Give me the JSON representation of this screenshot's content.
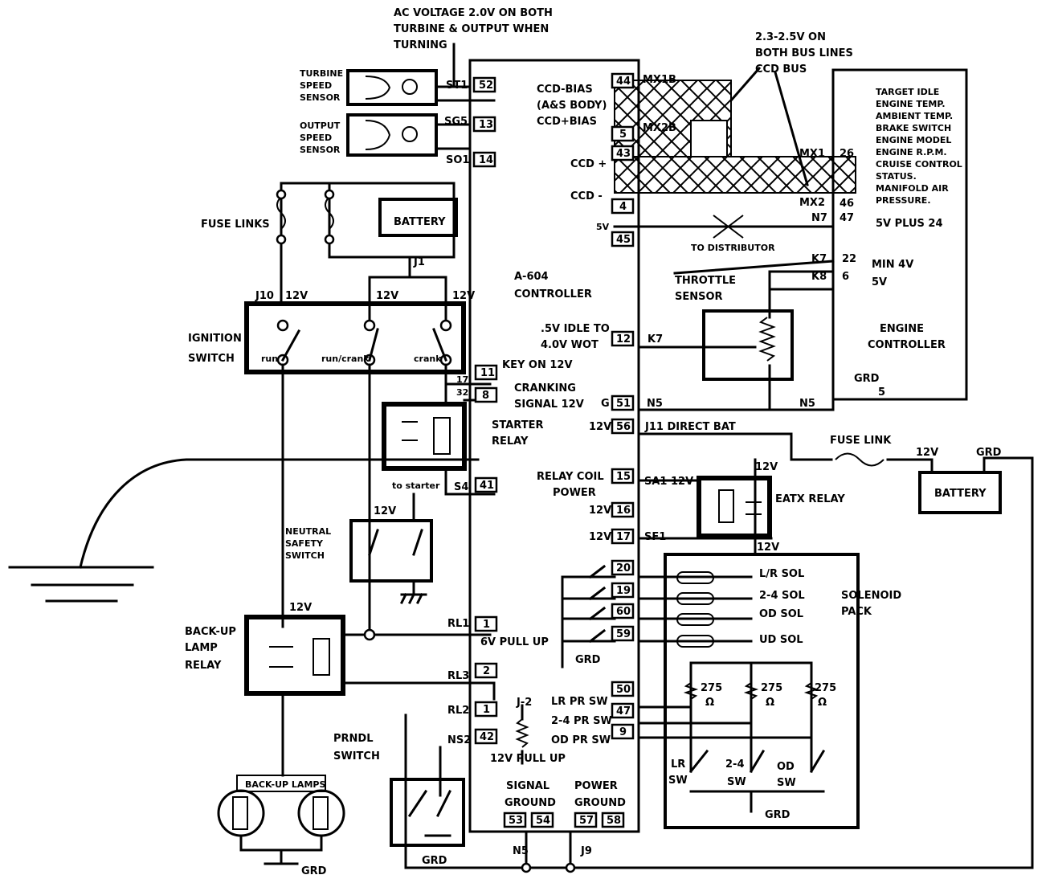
{
  "labels": {
    "ac_voltage_1": "AC VOLTAGE 2.0V ON BOTH",
    "ac_voltage_2": "TURBINE & OUTPUT WHEN",
    "ac_voltage_3": "TURNING",
    "turbine_1": "TURBINE",
    "turbine_2": "SPEED",
    "turbine_3": "SENSOR",
    "output_1": "OUTPUT",
    "output_2": "SPEED",
    "output_3": "SENSOR",
    "bus_volt_1": "2.3-2.5V ON",
    "bus_volt_2": "BOTH BUS LINES",
    "ccd_bus": "CCD BUS",
    "ccd_bias_1": "CCD-BIAS",
    "ccd_bias_2": "(A&S BODY)",
    "ccd_bias_3": "CCD+BIAS",
    "ccd_plus": "CCD +",
    "ccd_minus": "CCD -",
    "five_v": "5V",
    "to_distributor": "TO DISTRIBUTOR",
    "fuse_links": "FUSE LINKS",
    "battery_top": "BATTERY",
    "j1": "J1",
    "j10": "J10",
    "v12": "12V",
    "ignition_1": "IGNITION",
    "ignition_2": "SWITCH",
    "run": "run",
    "run_crank": "run/crank",
    "crank": "crank",
    "controller_1": "A-604",
    "controller_2": "CONTROLLER",
    "idle_1": ".5V IDLE TO",
    "idle_2": "4.0V WOT",
    "k7": "K7",
    "k8": "K8",
    "throttle_1": "THROTTLE",
    "throttle_2": "SENSOR",
    "min4v": "MIN 4V",
    "five_v2": "5V",
    "n7": "N7",
    "five_v_plus": "5V PLUS 24",
    "engine_1": "ENGINE",
    "engine_2": "CONTROLLER",
    "target_1": "TARGET IDLE",
    "target_2": "ENGINE TEMP.",
    "target_3": "AMBIENT TEMP.",
    "target_4": "BRAKE SWITCH",
    "target_5": "ENGINE MODEL",
    "target_6": "ENGINE R.P.M.",
    "target_7": "CRUISE CONTROL",
    "target_8": "STATUS.",
    "target_9": "MANIFOLD AIR",
    "target_10": "PRESSURE.",
    "grd": "GRD",
    "key_on": "KEY ON 12V",
    "cranking_1": "CRANKING",
    "cranking_2": "SIGNAL 12V",
    "starter_1": "STARTER",
    "starter_2": "RELAY",
    "to_starter": "to starter",
    "g": "G",
    "n5": "N5",
    "j11": "J11  DIRECT  BAT",
    "fuse_link": "FUSE LINK",
    "battery_right": "BATTERY",
    "relay_coil_1": "RELAY COIL",
    "relay_coil_2": "POWER",
    "sa1": "SA1 12V",
    "sf1": "SF1",
    "eatx": "EATX RELAY",
    "neutral_1": "NEUTRAL",
    "neutral_2": "SAFETY",
    "neutral_3": "SWITCH",
    "s4": "S4",
    "backup_1": "BACK-UP",
    "backup_2": "LAMP",
    "backup_3": "RELAY",
    "rl1": "RL1",
    "rl2": "RL2",
    "rl3": "RL3",
    "pullup_6v": "6V PULL UP",
    "lr_sol": "L/R  SOL",
    "sol_24": "2-4  SOL",
    "od_sol": "OD  SOL",
    "ud_sol": "UD  SOL",
    "solenoid_1": "SOLENOID",
    "solenoid_2": "PACK",
    "lr_pr": "LR PR SW",
    "pr_24": "2-4 PR SW",
    "od_pr": "OD PR SW",
    "ohm_275": "275",
    "ohm": "Ω",
    "lr_sw_1": "LR",
    "sw": "SW",
    "sw24_1": "2-4",
    "od_sw_1": "OD",
    "j2": "J-2",
    "ns2": "NS2",
    "pullup_12v": "12V  PULL UP",
    "prndl_1": "PRNDL",
    "prndl_2": "SWITCH",
    "signal_1": "SIGNAL",
    "signal_2": "GROUND",
    "power_1": "POWER",
    "power_2": "GROUND",
    "j9": "J9",
    "backup_lamps": "BACK-UP LAMPS",
    "st1": "ST1",
    "sg5": "SG5",
    "so1": "SO1",
    "mx1b": "MX1B",
    "mx2b": "MX2B",
    "mx1": "MX1",
    "mx2": "MX2"
  },
  "pins": {
    "p52": "52",
    "p13": "13",
    "p14": "14",
    "p44": "44",
    "p5": "5",
    "p43": "43",
    "p4": "4",
    "p45": "45",
    "p12": "12",
    "p11": "11",
    "p8": "8",
    "p51": "51",
    "p56": "56",
    "p15": "15",
    "p16": "16",
    "p17": "17",
    "p41": "41",
    "p20": "20",
    "p19": "19",
    "p60": "60",
    "p59": "59",
    "p1": "1",
    "p2": "2",
    "p1b": "1",
    "p42": "42",
    "p50": "50",
    "p47": "47",
    "p9": "9",
    "p53": "53",
    "p54": "54",
    "p57": "57",
    "p58": "58",
    "e26": "26",
    "e46": "46",
    "e47": "47",
    "e22": "22",
    "e6": "6",
    "e5": "5",
    "e17": "17",
    "e32": "32"
  }
}
